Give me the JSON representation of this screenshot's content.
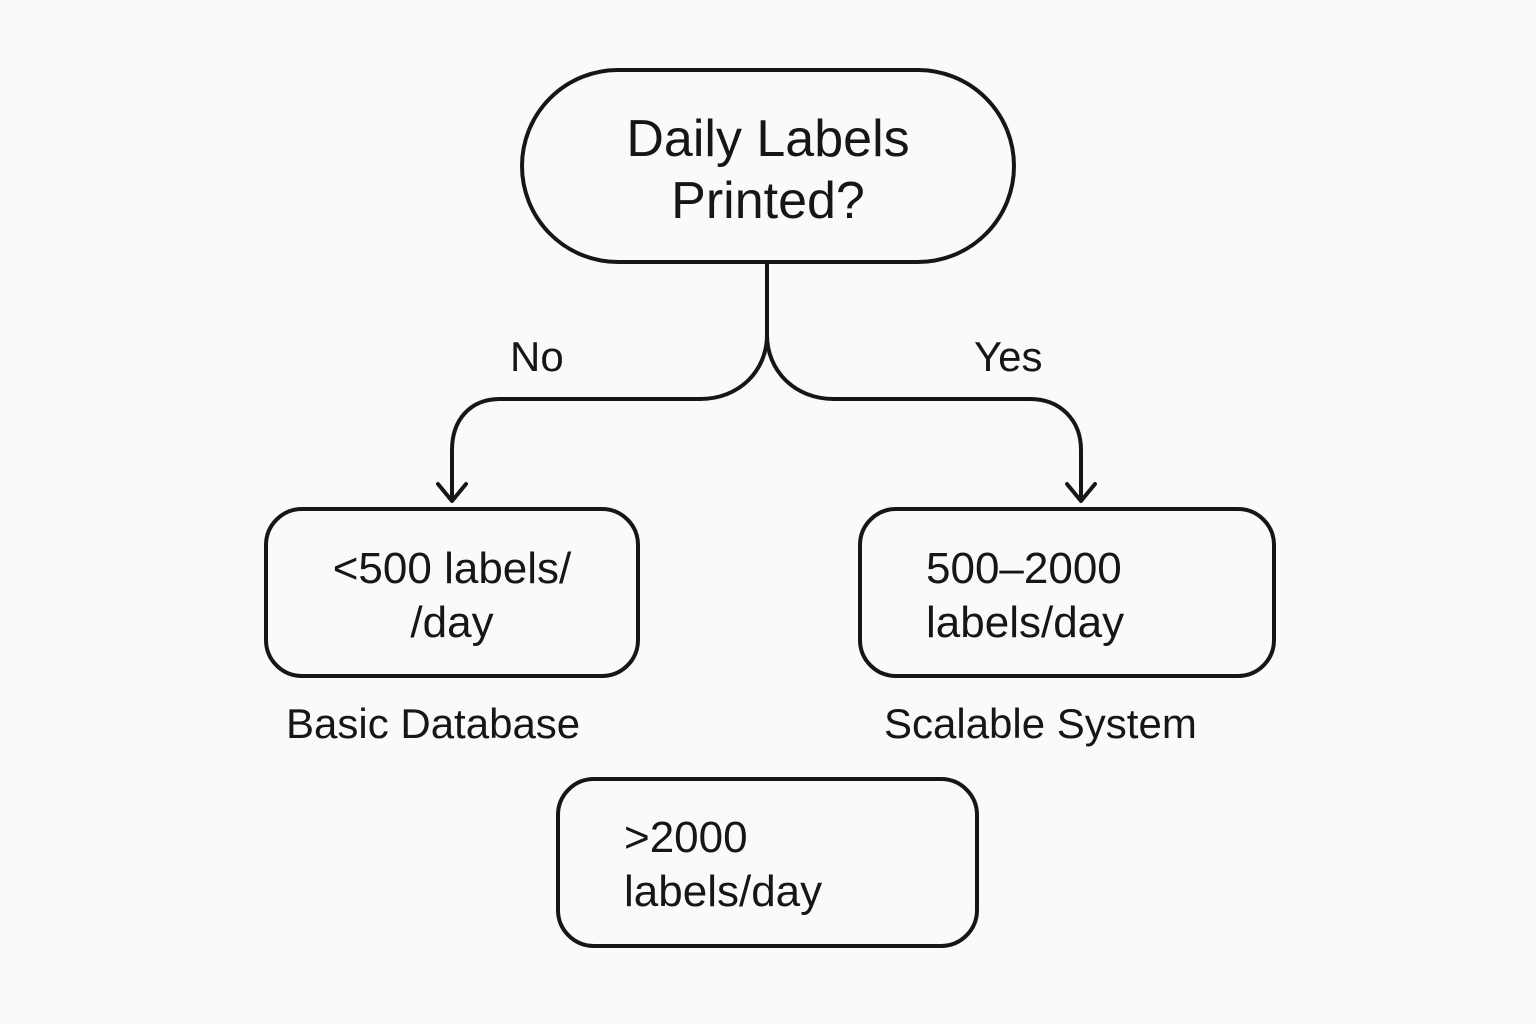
{
  "colors": {
    "background": "#fbfaf8",
    "ink": "#161616"
  },
  "diagram": {
    "root": {
      "lines": [
        "Daily Labels",
        "Printed?"
      ]
    },
    "branches": [
      {
        "edge_label": "No",
        "node_lines": [
          "<500 labels/",
          "/day"
        ],
        "outcome_label": "Basic Database"
      },
      {
        "edge_label": "Yes",
        "node_lines": [
          "500–2000",
          "labels/day"
        ],
        "outcome_label": "Scalable System"
      }
    ],
    "extra_node": {
      "lines": [
        ">2000",
        "labels/day"
      ]
    }
  }
}
